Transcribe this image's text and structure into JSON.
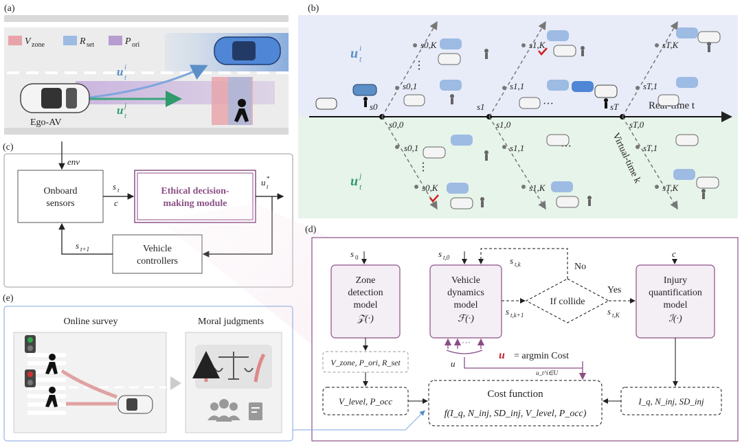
{
  "panel_a": {
    "label": "(a)",
    "legend": [
      {
        "text": "V",
        "sub": "zone",
        "color": "#e07a7a"
      },
      {
        "text": "R",
        "sub": "set",
        "color": "#8fb3de"
      },
      {
        "text": "P",
        "sub": "ori",
        "color": "#a98bc9"
      }
    ],
    "ego_label": "Ego-AV",
    "traj_i": "u",
    "traj_i_sup": "i",
    "traj_i_sub": "t",
    "traj_j": "u",
    "traj_j_sup": "j",
    "traj_j_sub": "t"
  },
  "panel_b": {
    "label": "(b)",
    "u_i": "u",
    "u_i_sup": "i",
    "u_i_sub": "t",
    "u_j": "u",
    "u_j_sup": "j",
    "u_j_sub": "t",
    "realtime": "Real-time t",
    "virtualtime": "Virtual-time k",
    "states_main": [
      "s0",
      "s1",
      "sT"
    ],
    "nodes_0": [
      "s0,0",
      "s0,1",
      "s0,K",
      "s0,1",
      "s0,K"
    ],
    "nodes_1": [
      "s1,0",
      "s1,1",
      "s1,K",
      "s1,1",
      "s1,K"
    ],
    "nodes_T": [
      "sT,0",
      "sT,1",
      "sT,K",
      "sT,1",
      "sT,K"
    ],
    "ellipsis": "···",
    "vdots": "⋮"
  },
  "panel_c": {
    "label": "(c)",
    "env": "env",
    "onboard": [
      "Onboard",
      "sensors"
    ],
    "st": "s",
    "st_sub": "t",
    "c": "c",
    "ethical": [
      "Ethical decision-",
      "making module"
    ],
    "ustar": "u",
    "ustar_sup": "*",
    "ustar_sub": "t",
    "st1": "s",
    "st1_sub": "t+1",
    "controllers": [
      "Vehicle",
      "controllers"
    ]
  },
  "panel_d": {
    "label": "(d)",
    "s0": "s",
    "s0_sub": "0",
    "st0": "s",
    "st0_sub": "t,0",
    "c": "c",
    "zone": [
      "Zone",
      "detection",
      "model",
      "𝒵(·)"
    ],
    "vehicle": [
      "Vehicle",
      "dynamics",
      "model",
      "ℱ(·)"
    ],
    "injury": [
      "Injury",
      "quantification",
      "model",
      "ℐ(·)"
    ],
    "collide": "If collide",
    "yes": "Yes",
    "no": "No",
    "stk": "s",
    "stk_sub": "t,k",
    "stk1": "s",
    "stk1_sub": "t,k+1",
    "stK": "s",
    "stK_sub": "t,K",
    "zone_out": "V_zone, P_ori, R_set",
    "vlevel": "V_level, P_occ",
    "cost_title": "Cost function",
    "cost_formula": "f(I_q, N_inj, SD_inj, V_level, P_occ)",
    "injury_out": "I_q, N_inj, SD_inj",
    "argmin": "= argmin Cost",
    "argmin_sub": "u_t^i∈U",
    "uti": "u",
    "dots": "···"
  },
  "panel_e": {
    "label": "(e)",
    "survey": "Online survey",
    "moral": "Moral judgments"
  },
  "colors": {
    "ui_blue": "#5b8fc7",
    "uj_green": "#2f9a6a",
    "purple": "#8a4f86",
    "bg_blue": "#e8ecf8",
    "bg_green": "#e7f4ea"
  }
}
